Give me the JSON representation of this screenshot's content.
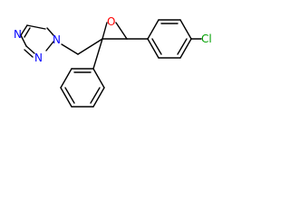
{
  "molecule": {
    "atoms": {
      "triazole_n1": "N",
      "triazole_n2": "N",
      "triazole_n4": "N",
      "epoxide_o": "O",
      "chlorine": "Cl"
    },
    "colors": {
      "nitrogen": "#0000ff",
      "oxygen": "#ff0000",
      "chlorine": "#00a000",
      "bond": "#000000"
    }
  }
}
